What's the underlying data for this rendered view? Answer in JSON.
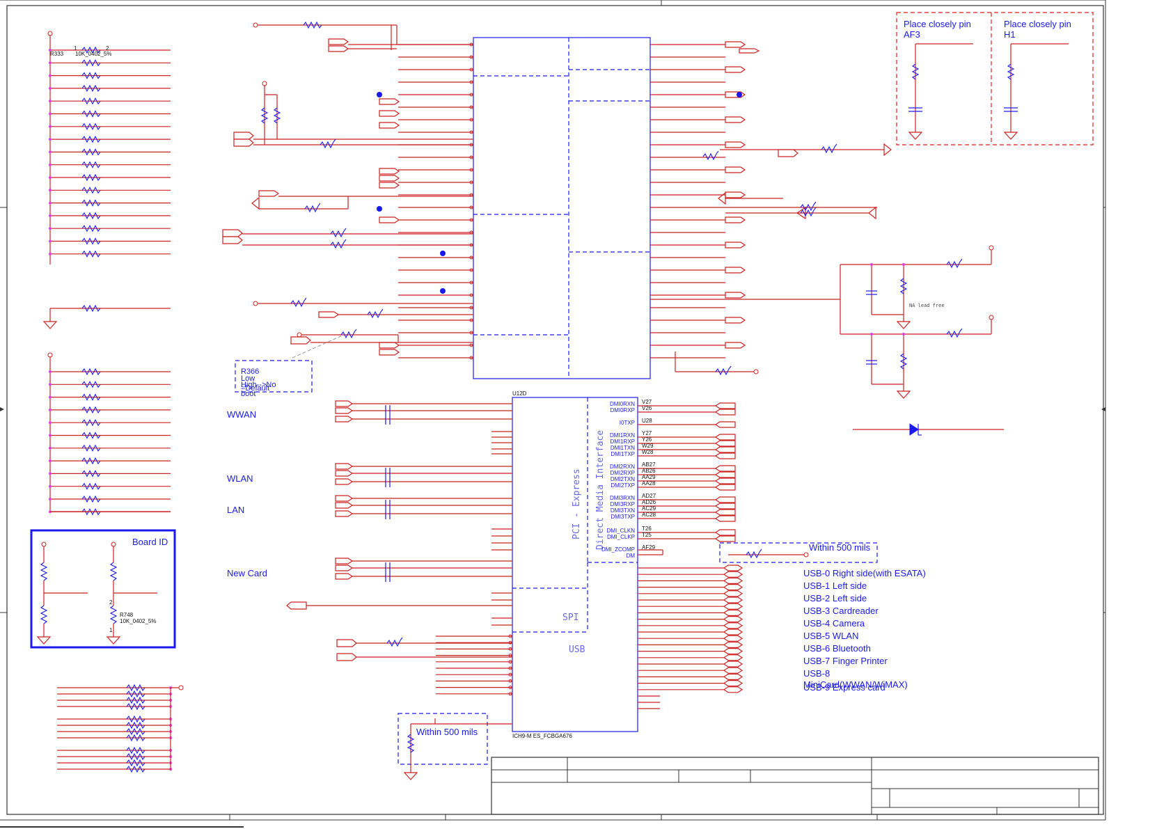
{
  "placement_notes": {
    "af3": [
      "Place closely pin",
      "AF3"
    ],
    "h1": [
      "Place closely pin",
      "H1"
    ]
  },
  "top_left_resistor": {
    "ref": "R333",
    "value": "10K_0402_5%",
    "pin1": "1",
    "pin2": "2"
  },
  "boot_strap": {
    "ref": "R366",
    "lines": [
      "Low",
      "High-->No",
      "=Default",
      "boot"
    ]
  },
  "interface_labels": [
    "WWAN",
    "WLAN",
    "LAN",
    "New Card"
  ],
  "board_id": {
    "title": "Board ID",
    "resistor_ref": "R748",
    "resistor_value": "10K_0402_5%",
    "pin1": "1",
    "pin2": "2"
  },
  "ic": {
    "ref": "U12D",
    "part": "ICH9-M ES_FCBGA676",
    "sections": [
      "PCI - Express",
      "Direct Media Interface",
      "SPI",
      "USB"
    ],
    "dmi_pins": [
      {
        "name": "DMI0RXN",
        "ball": "V27"
      },
      {
        "name": "DMI0RXP",
        "ball": "V26"
      },
      {
        "name": "I0TXP",
        "ball": "U28"
      },
      {
        "name": "DMI1RXN",
        "ball": "Y27"
      },
      {
        "name": "DMI1RXP",
        "ball": "Y26"
      },
      {
        "name": "DMI1TXN",
        "ball": "W29"
      },
      {
        "name": "DMI1TXP",
        "ball": "W28"
      },
      {
        "name": "DMI2RXN",
        "ball": "AB27"
      },
      {
        "name": "DMI2RXP",
        "ball": "AB26"
      },
      {
        "name": "DMI2TXN",
        "ball": "AA29"
      },
      {
        "name": "DMI2TXP",
        "ball": "AA28"
      },
      {
        "name": "DMI3RXN",
        "ball": "AD27"
      },
      {
        "name": "DMI3RXP",
        "ball": "AD26"
      },
      {
        "name": "DMI3TXN",
        "ball": "AC29"
      },
      {
        "name": "DMI3TXP",
        "ball": "AC28"
      },
      {
        "name": "DMI_CLKN",
        "ball": "T26"
      },
      {
        "name": "DMI_CLKP",
        "ball": "T25"
      },
      {
        "name": "DMI_ZCOMP",
        "ball": "AF29"
      },
      {
        "name": "DM",
        "ball": ""
      }
    ]
  },
  "within_500_mils": "Within 500 mils",
  "usb_ports": [
    "USB-0 Right side(with ESATA)",
    "USB-1 Left side",
    "USB-2 Left side",
    "USB-3 Cardreader",
    "USB-4 Camera",
    "USB-5 WLAN",
    "USB-6 Bluetooth",
    "USB-7 Finger Printer",
    "USB-8",
    "MiniCard(WWAN/WiMAX)",
    "USB-9 Express card"
  ],
  "na_note": "NA lead free",
  "footer_fragment": "ICH9-M"
}
